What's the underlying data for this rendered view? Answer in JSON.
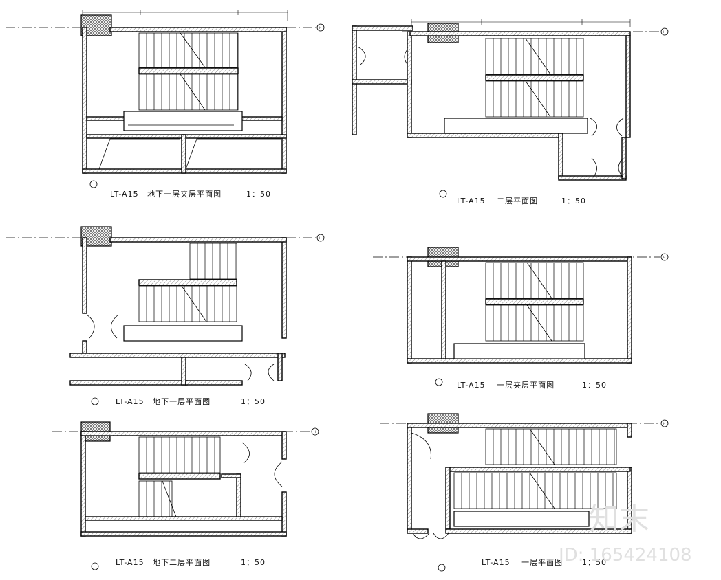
{
  "sheets": [
    {
      "id": "p1",
      "code": "LT-A15",
      "title": "地下一层夹层平面图",
      "scale": "1：50",
      "axis_h": "H"
    },
    {
      "id": "p2",
      "code": "LT-A15",
      "title": "二层平面图",
      "scale": "1：50",
      "axis_h": "H"
    },
    {
      "id": "p3",
      "code": "LT-A15",
      "title": "地下一层平面图",
      "scale": "1：50",
      "axis_h": "H"
    },
    {
      "id": "p4",
      "code": "LT-A15",
      "title": "一层夹层平面图",
      "scale": "1：50",
      "axis_h": "H"
    },
    {
      "id": "p5",
      "code": "LT-A15",
      "title": "地下二层平面图",
      "scale": "1：50",
      "axis_h": "H"
    },
    {
      "id": "p6",
      "code": "LT-A15",
      "title": "一层平面图",
      "scale": "1：50",
      "axis_h": "H"
    }
  ],
  "watermark": {
    "brand": "知末",
    "id_text": "ID: 165424108"
  }
}
